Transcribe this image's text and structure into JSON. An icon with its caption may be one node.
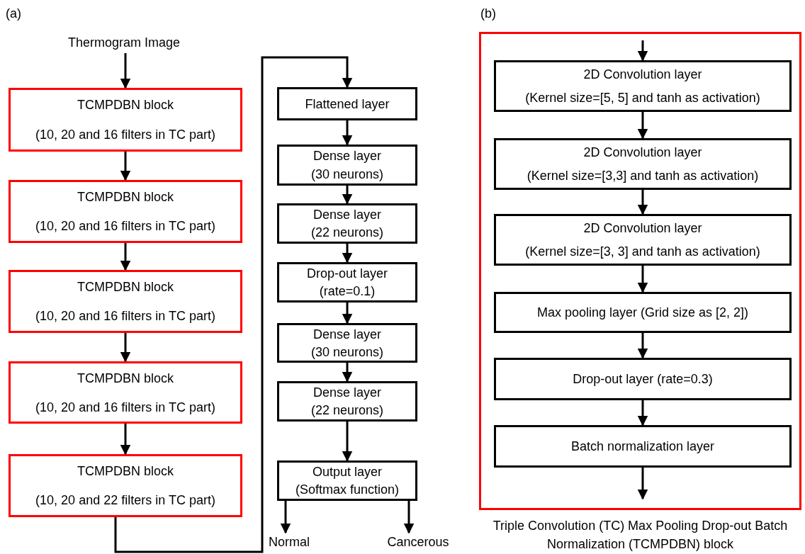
{
  "diagram": {
    "nodes": [
      {
        "text": [
          "Thermogram Image"
        ]
      },
      {
        "text": [
          "TCMPDBN block",
          "(10, 20 and 16 filters in TC part)"
        ]
      },
      {
        "text": [
          "TCMPDBN block",
          "(10, 20 and 16 filters in TC part)"
        ]
      },
      {
        "text": [
          "TCMPDBN block",
          "(10, 20 and 16 filters in TC part)"
        ]
      },
      {
        "text": [
          "TCMPDBN block",
          "(10, 20 and 16 filters in TC part)"
        ]
      },
      {
        "text": [
          "TCMPDBN block",
          "(10, 20 and 22 filters in TC part)"
        ]
      },
      {
        "text": [
          "Flattened layer"
        ]
      },
      {
        "text": [
          "Dense layer",
          "(30 neurons)"
        ]
      },
      {
        "text": [
          "Dense layer",
          "(22 neurons)"
        ]
      },
      {
        "text": [
          "Drop-out layer",
          "(rate=0.1)"
        ]
      },
      {
        "text": [
          "Dense layer",
          "(30 neurons)"
        ]
      },
      {
        "text": [
          "Dense layer",
          "(22 neurons)"
        ]
      },
      {
        "text": [
          "Output layer",
          "(Softmax function)"
        ]
      },
      {
        "text": [
          "Normal"
        ]
      },
      {
        "text": [
          "Cancerous"
        ]
      },
      {
        "text": [
          "Triple Convolution (TC) Max Pooling Drop-out Batch Normalization (TCMPDBN) block"
        ]
      },
      {
        "text": [
          "2D Convolution layer",
          "(Kernel size=[5, 5] and tanh as activation)"
        ],
        "in": 15
      },
      {
        "text": [
          "2D Convolution layer",
          "(Kernel size=[3,3] and tanh as activation)"
        ],
        "in": 15
      },
      {
        "text": [
          "2D Convolution layer",
          "(Kernel size=[3, 3] and tanh as activation)"
        ],
        "in": 15
      },
      {
        "text": [
          "Max pooling layer (Grid size as [2, 2])"
        ],
        "in": 15
      },
      {
        "text": [
          "Drop-out layer (rate=0.3)"
        ],
        "in": 15
      },
      {
        "text": [
          "Batch normalization layer"
        ],
        "in": 15
      }
    ],
    "edges": [
      {
        "from": 0,
        "to": 1,
        "arrow": "to"
      },
      {
        "from": 1,
        "to": 2,
        "arrow": "to"
      },
      {
        "from": 2,
        "to": 3,
        "arrow": "to"
      },
      {
        "from": 3,
        "to": 4,
        "arrow": "to"
      },
      {
        "from": 4,
        "to": 5,
        "arrow": "to"
      },
      {
        "from": 5,
        "to": 6,
        "arrow": "to"
      },
      {
        "from": 6,
        "to": 7,
        "arrow": "to"
      },
      {
        "from": 7,
        "to": 8,
        "arrow": "to"
      },
      {
        "from": 8,
        "to": 9,
        "arrow": "to"
      },
      {
        "from": 9,
        "to": 10,
        "arrow": "to"
      },
      {
        "from": 10,
        "to": 11,
        "arrow": "to"
      },
      {
        "from": 11,
        "to": 12,
        "arrow": "to"
      },
      {
        "from": 12,
        "to": 13,
        "arrow": "to"
      },
      {
        "from": 12,
        "to": 14,
        "arrow": "to"
      },
      {
        "from": null,
        "to": 16,
        "arrow": "to"
      },
      {
        "from": 16,
        "to": 17,
        "arrow": "to"
      },
      {
        "from": 17,
        "to": 18,
        "arrow": "to"
      },
      {
        "from": 18,
        "to": 19,
        "arrow": "to"
      },
      {
        "from": 19,
        "to": 20,
        "arrow": "to"
      },
      {
        "from": 20,
        "to": 21,
        "arrow": "to"
      },
      {
        "from": 21,
        "to": null,
        "arrow": "to"
      }
    ],
    "labels": [
      "(a)",
      "(b)"
    ]
  }
}
